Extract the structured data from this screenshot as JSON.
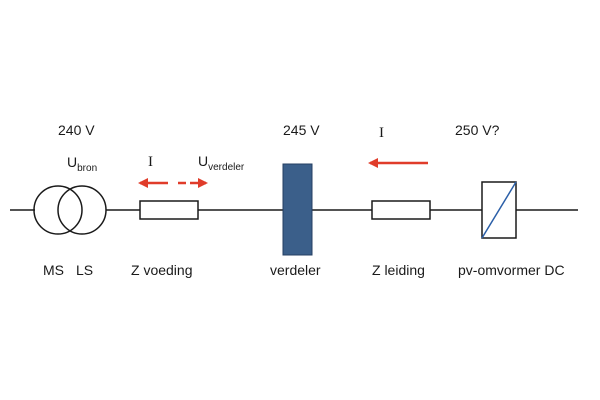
{
  "voltages": {
    "source": "240 V",
    "distributor": "245 V",
    "inverter": "250 V?"
  },
  "symbols": {
    "current_left": "I",
    "current_right": "I",
    "u_source_main": "U",
    "u_source_sub": "bron",
    "u_distributor_main": "U",
    "u_distributor_sub": "verdeler"
  },
  "labels": {
    "ms": "MS",
    "ls": "LS",
    "z_supply": "Z voeding",
    "distributor": "verdeler",
    "z_line": "Z leiding",
    "inverter": "pv-omvormer DC"
  },
  "colors": {
    "line": "#1a1a1a",
    "arrow": "#e03c2a",
    "distributor_fill": "#3b5f8a",
    "distributor_stroke": "#243f63"
  },
  "icons": {
    "transformer": "transformer-icon",
    "resistor": "impedance-icon",
    "busbar": "distribution-board-icon",
    "inverter": "inverter-icon"
  }
}
